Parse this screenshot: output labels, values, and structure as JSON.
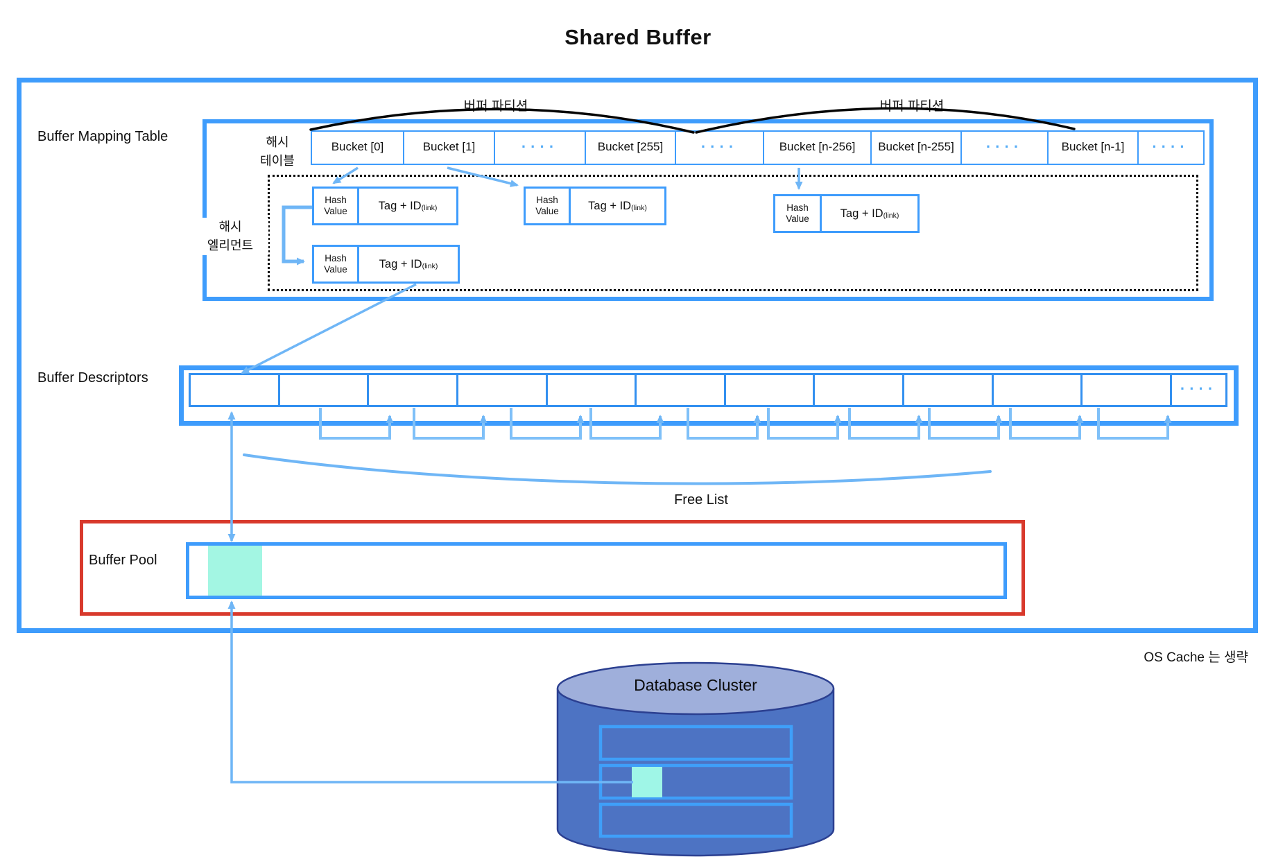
{
  "title": "Shared Buffer",
  "colors": {
    "border_blue": "#3E9CFC",
    "cell_blue": "#3390F0",
    "arrow_blue": "#6FB6F6",
    "dots_blue": "#55ACF6",
    "red": "#D8392C",
    "cyan": "#A3F6E3",
    "db_body": "#4D73C3",
    "db_top": "#9FAFDB",
    "db_stroke": "#2B3F90",
    "db_row_border": "#3F9FF9",
    "db_cyan": "#9FF6E7"
  },
  "buffer_mapping_table": {
    "label": "Buffer Mapping Table",
    "hash_table_label": "해시\n테이블",
    "partition_label": "버퍼 파티션",
    "buckets": [
      "Bucket [0]",
      "Bucket [1]",
      "····",
      "Bucket [255]",
      "····",
      "Bucket [n-256]",
      "Bucket [n-255]",
      "····",
      "Bucket [n-1]",
      "····"
    ],
    "hash_element_label": "해시\n엘리먼트",
    "hash_element": {
      "hash_value_lines": [
        "Hash",
        "Value"
      ],
      "tag_label": "Tag + ID",
      "link_label": "(link)"
    }
  },
  "buffer_descriptors": {
    "label": "Buffer Descriptors",
    "dots": "····"
  },
  "free_list_label": "Free List",
  "buffer_pool": {
    "label": "Buffer Pool"
  },
  "os_cache_note": "OS Cache 는 생략",
  "database_cluster": {
    "label": "Database Cluster"
  }
}
